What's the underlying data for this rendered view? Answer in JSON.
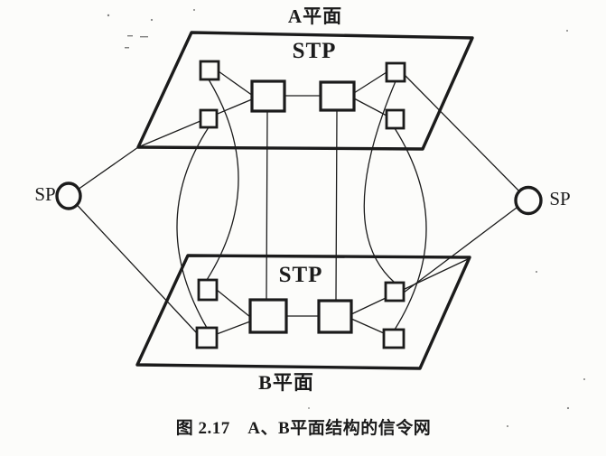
{
  "colors": {
    "ink": "#1b1b1b",
    "paper": "#fcfcfa"
  },
  "labels": {
    "plane_a": "A平面",
    "stp_a": "STP",
    "stp_b": "STP",
    "plane_b": "B平面",
    "sp_left": "SP",
    "sp_right": "SP",
    "caption": "图 2.17　A、B平面结构的信令网"
  }
}
